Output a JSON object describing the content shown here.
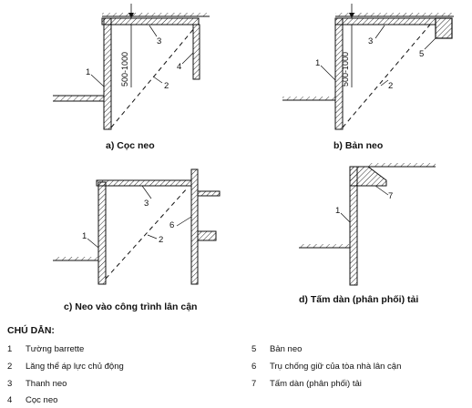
{
  "panels": {
    "a": {
      "caption": "a) Cọc neo",
      "dimension": "500-1000",
      "labels": [
        "1",
        "2",
        "3",
        "4"
      ]
    },
    "b": {
      "caption": "b) Bản neo",
      "dimension": "500-1000",
      "labels": [
        "1",
        "2",
        "3",
        "5"
      ]
    },
    "c": {
      "caption": "c) Neo vào công trình lân cận",
      "labels": [
        "1",
        "2",
        "3",
        "6"
      ]
    },
    "d": {
      "caption": "d) Tấm dàn (phân phối) tải",
      "labels": [
        "1",
        "7"
      ]
    }
  },
  "legend": {
    "title": "CHÚ DẪN:",
    "items": [
      {
        "num": "1",
        "text": "Tường barrette"
      },
      {
        "num": "2",
        "text": "Lăng thể áp lực chủ động"
      },
      {
        "num": "3",
        "text": "Thanh neo"
      },
      {
        "num": "4",
        "text": "Cọc neo"
      },
      {
        "num": "5",
        "text": "Bản neo"
      },
      {
        "num": "6",
        "text": "Trụ chống giữ của tòa nhà lân cận"
      },
      {
        "num": "7",
        "text": "Tấm dàn (phân phối) tải"
      }
    ]
  }
}
